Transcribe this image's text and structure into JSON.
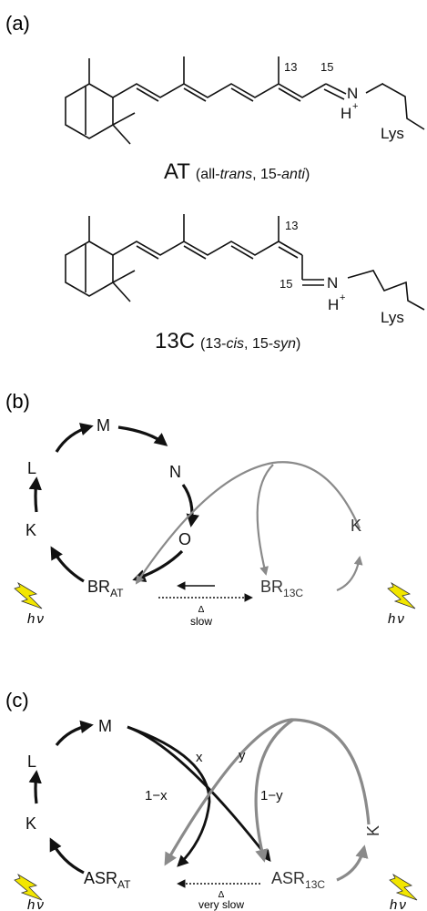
{
  "panel_a": {
    "label": "(a)",
    "structures": [
      {
        "atom_c13": "13",
        "atom_c15": "15",
        "atom_n": "N",
        "atom_h": "H",
        "charge": "+",
        "lys": "Lys",
        "name_main": "AT",
        "name_open": "(all-",
        "name_it1": "trans",
        "name_mid": ", 15-",
        "name_it2": "anti",
        "name_close": ")"
      },
      {
        "atom_c13": "13",
        "atom_c15": "15",
        "atom_n": "N",
        "atom_h": "H",
        "charge": "+",
        "lys": "Lys",
        "name_main": "13C",
        "name_open": "(13-",
        "name_it1": "cis",
        "name_mid": ", 15-",
        "name_it2": "syn",
        "name_close": ")"
      }
    ]
  },
  "panel_b": {
    "label": "(b)",
    "intermediates": {
      "M": "M",
      "N": "N",
      "O": "O",
      "L": "L",
      "K": "K",
      "K13": "K"
    },
    "br_at": {
      "base": "BR",
      "sub": "AT"
    },
    "br_13c": {
      "base": "BR",
      "sub": "13C"
    },
    "delta": "Δ",
    "slow": "slow",
    "hv_left": {
      "h": "h",
      "nu": "ν"
    },
    "hv_right": {
      "h": "h",
      "nu": "ν"
    }
  },
  "panel_c": {
    "label": "(c)",
    "intermediates": {
      "M": "M",
      "L": "L",
      "K": "K",
      "K13": "K"
    },
    "asr_at": {
      "base": "ASR",
      "sub": "AT"
    },
    "asr_13c": {
      "base": "ASR",
      "sub": "13C"
    },
    "x": "x",
    "y": "y",
    "one_minus_x": "1−x",
    "one_minus_y": "1−y",
    "delta": "Δ",
    "very_slow": "very slow",
    "hv_left": {
      "h": "h",
      "nu": "ν"
    },
    "hv_right": {
      "h": "h",
      "nu": "ν"
    }
  },
  "colors": {
    "black": "#111111",
    "gray": "#8a8a8a",
    "lightning": "#f2e600"
  }
}
